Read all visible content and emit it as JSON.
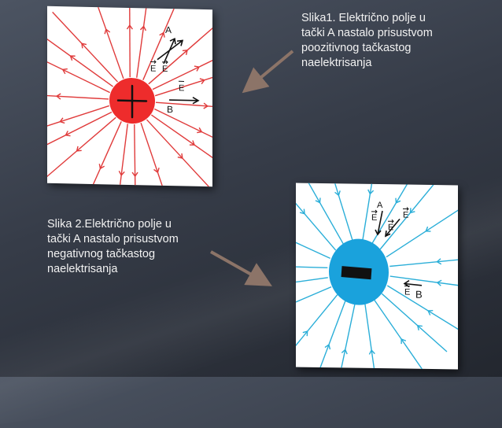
{
  "slide": {
    "colors": {
      "background": "#3b414d",
      "field_positive": "#e03b3b",
      "charge_positive": "#ee2c2c",
      "field_negative": "#2aaed8",
      "charge_negative": "#1aa2dc",
      "vector": "#111111",
      "pointer_arrow": "#8c7468"
    },
    "caption1": {
      "lines": [
        "Slika1. Električno polje u",
        "tački A nastalo prisustvom",
        "poozitivnog tačkastog",
        "naelektrisanja"
      ]
    },
    "caption2": {
      "lines": [
        "Slika 2.Električno polje u",
        "tački A nastalo prisustvom",
        "negativnog tačkastog",
        "naelektrisanja"
      ]
    },
    "figure1": {
      "charge_sign": "+",
      "point_a_label": "A",
      "point_b_label": "B",
      "vector_labels": [
        "E",
        "E",
        "E"
      ]
    },
    "figure2": {
      "charge_sign": "−",
      "point_a_label": "A",
      "point_b_label": "B",
      "vector_labels": [
        "E",
        "E",
        "E",
        "E"
      ]
    }
  }
}
